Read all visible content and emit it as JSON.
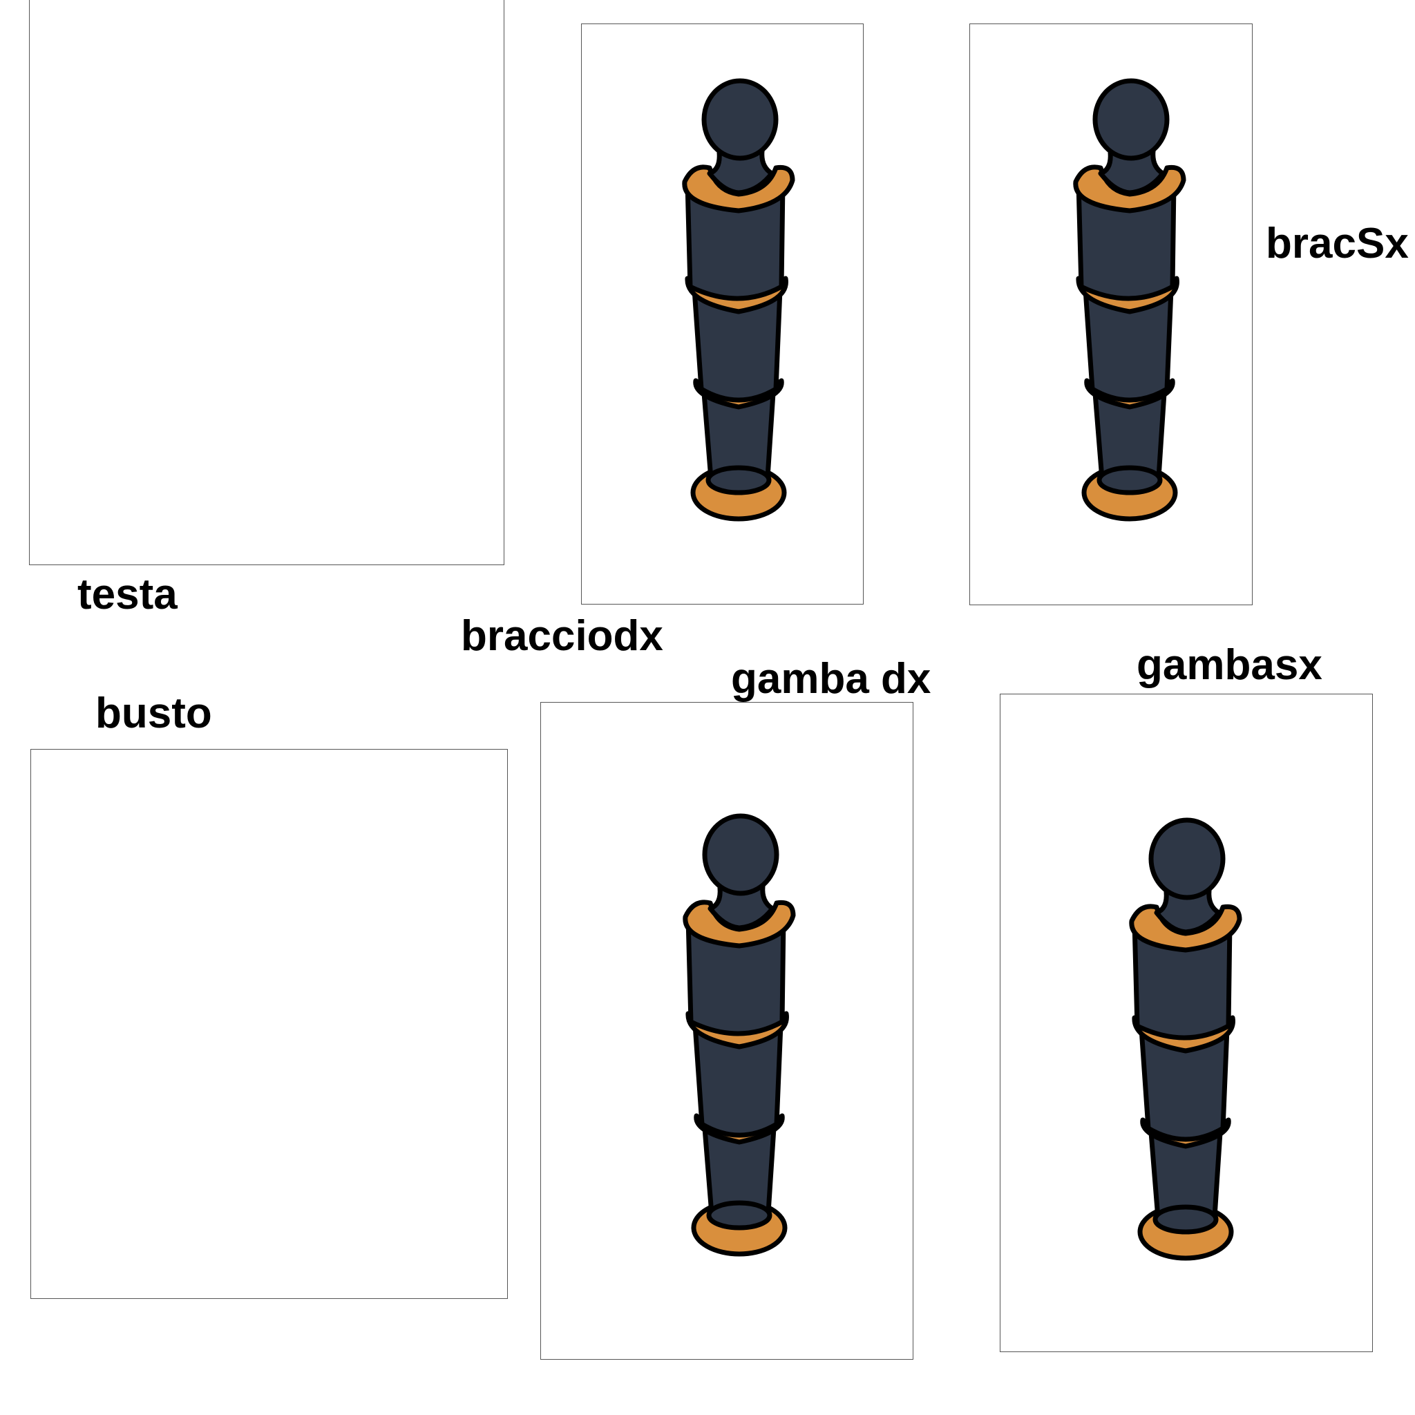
{
  "labels": {
    "testa": "testa",
    "bracciodx": "bracciodx",
    "bracSx": "bracSx",
    "busto": "busto",
    "gamba_dx": "gamba dx",
    "gambasx": "gambasx"
  },
  "colors": {
    "figure_body": "#2e3746",
    "figure_ring": "#d98f3d",
    "figure_outline": "#000000",
    "panel_border": "#555555"
  },
  "figure_icon": "foosball-player-figure"
}
